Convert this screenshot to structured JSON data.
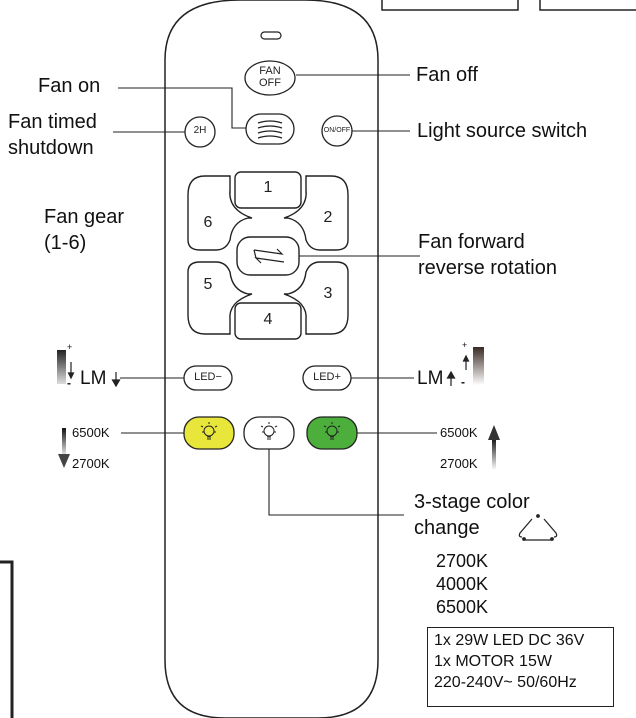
{
  "labels": {
    "fan_on": "Fan on",
    "fan_off": "Fan off",
    "fan_timed_1": "Fan timed",
    "fan_timed_2": "shutdown",
    "light_switch": "Light source switch",
    "fan_gear_1": "Fan gear",
    "fan_gear_2": "(1-6)",
    "fan_forward_1": "Fan forward",
    "fan_forward_2": "reverse rotation",
    "lm_left": "LM",
    "lm_right": "LM",
    "k6500_left": "6500K",
    "k2700_left": "2700K",
    "k6500_right": "6500K",
    "k2700_right": "2700K",
    "color_change_1": "3-stage color",
    "color_change_2": "change",
    "temps": [
      "2700K",
      "4000K",
      "6500K"
    ],
    "plus": "+",
    "minus": "-"
  },
  "remote": {
    "fan_off_btn_1": "FAN",
    "fan_off_btn_2": "OFF",
    "timer_btn": "2H",
    "onoff_btn": "ON/OFF",
    "gear_buttons": [
      "1",
      "2",
      "3",
      "4",
      "5",
      "6"
    ],
    "led_minus": "LED−",
    "led_plus": "LED+"
  },
  "specs": [
    "1x 29W LED DC 36V",
    "1x MOTOR 15W",
    "220-240V~ 50/60Hz"
  ],
  "colors": {
    "yellow_btn": "#e8e63a",
    "white_btn": "#ffffff",
    "green_btn": "#4caf3c",
    "outline": "#222222"
  },
  "icons": {
    "fan_on": "wind-icon",
    "rotation": "rotate-arrows-icon",
    "bulb": "bulb-icon",
    "cycle": "triangle-cycle-icon"
  }
}
